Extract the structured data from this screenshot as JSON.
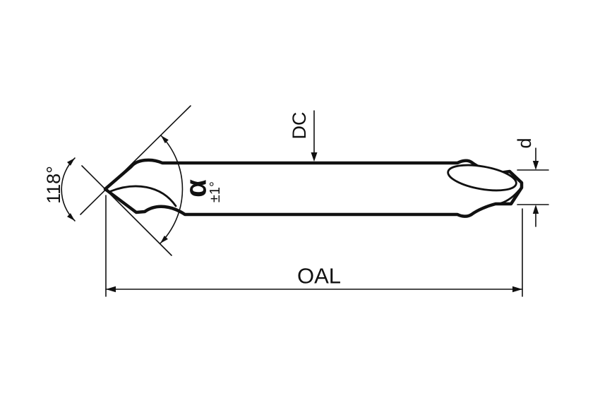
{
  "diagram": {
    "labels": {
      "point_angle": "118°",
      "alpha": "α",
      "alpha_tol": "±1°",
      "dc": "DC",
      "d": "d",
      "oal": "OAL"
    },
    "colors": {
      "line": "#111111",
      "red": "#e30613",
      "background": "#ffffff"
    }
  }
}
